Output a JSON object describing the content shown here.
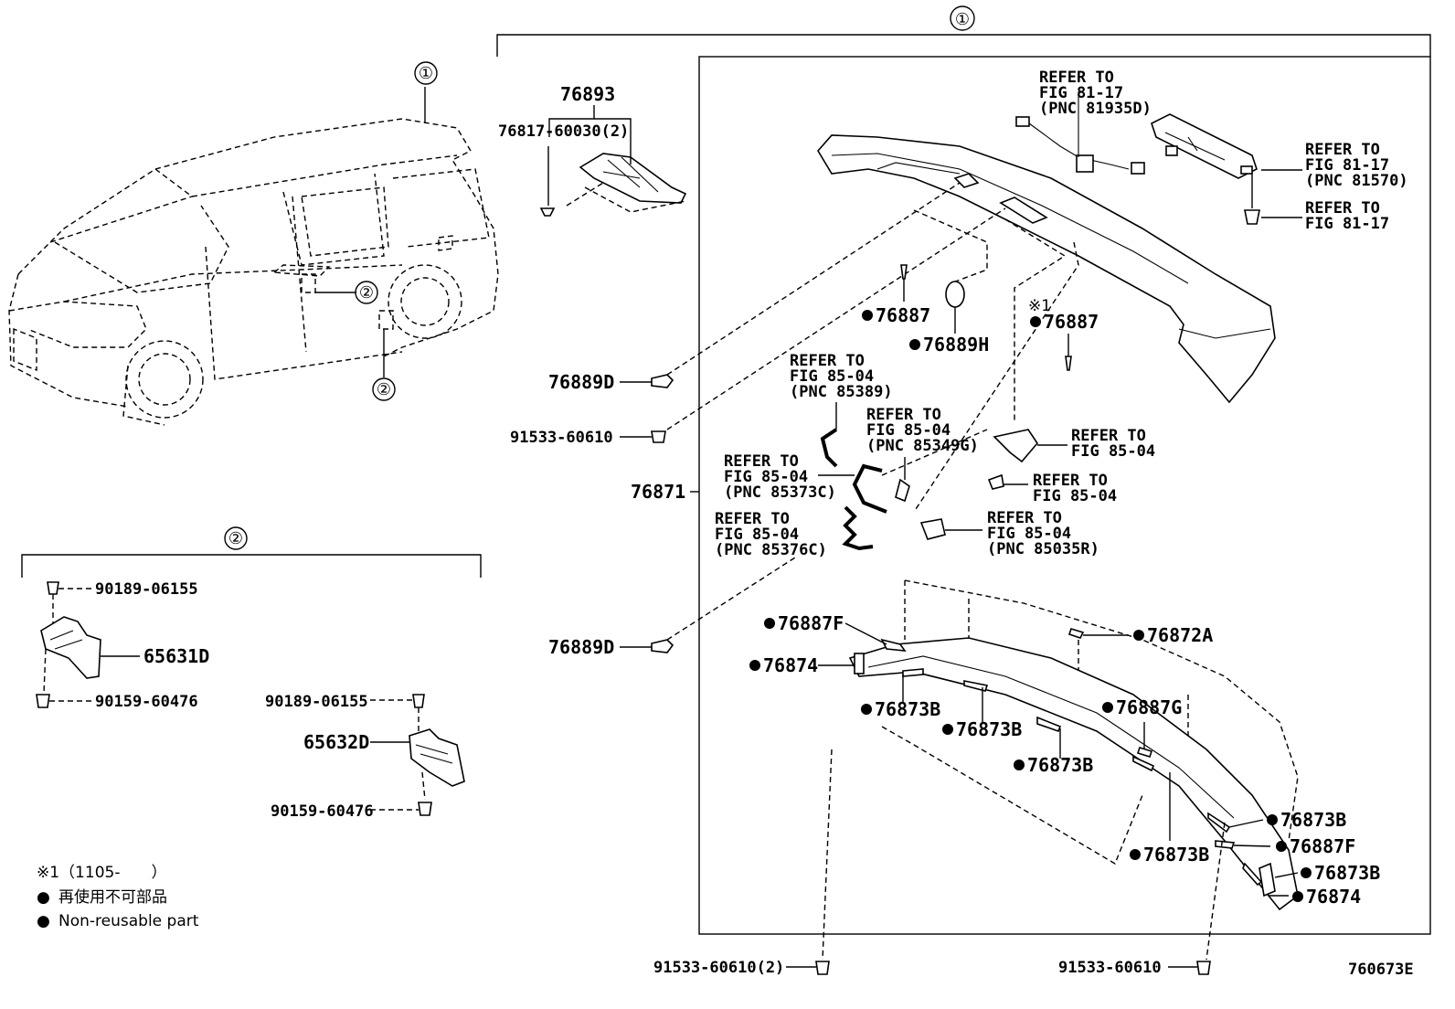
{
  "diagram_id": "760673E",
  "group_markers": {
    "one": "①",
    "two": "②"
  },
  "ref_note": "※1",
  "labels": {
    "p76893": "76893",
    "p76817": "76817-60030(2)",
    "p76889D_top": "76889D",
    "p91533_left": "91533-60610",
    "p76871": "76871",
    "p76889D_bot": "76889D",
    "p76887_a": "76887",
    "p76889H": "76889H",
    "p76887_b": "76887",
    "p76887F_top": "76887F",
    "p76874_left": "76874",
    "p76873B_1": "76873B",
    "p76873B_2": "76873B",
    "p76873B_3": "76873B",
    "p76872A": "76872A",
    "p76887G": "76887G",
    "p76873B_4": "76873B",
    "p76873B_5": "76873B",
    "p76887F_right": "76887F",
    "p76873B_6": "76873B",
    "p76874_right": "76874",
    "p91533_bot_left": "91533-60610(2)",
    "p91533_bot_right": "91533-60610",
    "p90189_a": "90189-06155",
    "p65631D": "65631D",
    "p90159_a": "90159-60476",
    "p90189_b": "90189-06155",
    "p65632D": "65632D",
    "p90159_b": "90159-60476"
  },
  "refer_blocks": {
    "r81935": [
      "REFER TO",
      "FIG 81-17",
      "(PNC 81935D)"
    ],
    "r81570": [
      "REFER TO",
      "FIG 81-17",
      "(PNC 81570)"
    ],
    "r8117": [
      "REFER TO",
      "FIG 81-17"
    ],
    "r85389": [
      "REFER TO",
      "FIG 85-04",
      "(PNC 85389)"
    ],
    "r85349": [
      "REFER TO",
      "FIG 85-04",
      "(PNC 85349G)"
    ],
    "r8504_a": [
      "REFER TO",
      "FIG 85-04"
    ],
    "r8504_b": [
      "REFER TO",
      "FIG 85-04"
    ],
    "r85373": [
      "REFER TO",
      "FIG 85-04",
      "(PNC 85373C)"
    ],
    "r85376": [
      "REFER TO",
      "FIG 85-04",
      "(PNC 85376C)"
    ],
    "r85035": [
      "REFER TO",
      "FIG 85-04",
      "(PNC 85035R)"
    ]
  },
  "legend": {
    "note_ref": "※1（1105-　　）",
    "jp_text": "再使用不可部品",
    "en_text": "Non-reusable part",
    "bullet": "●"
  }
}
